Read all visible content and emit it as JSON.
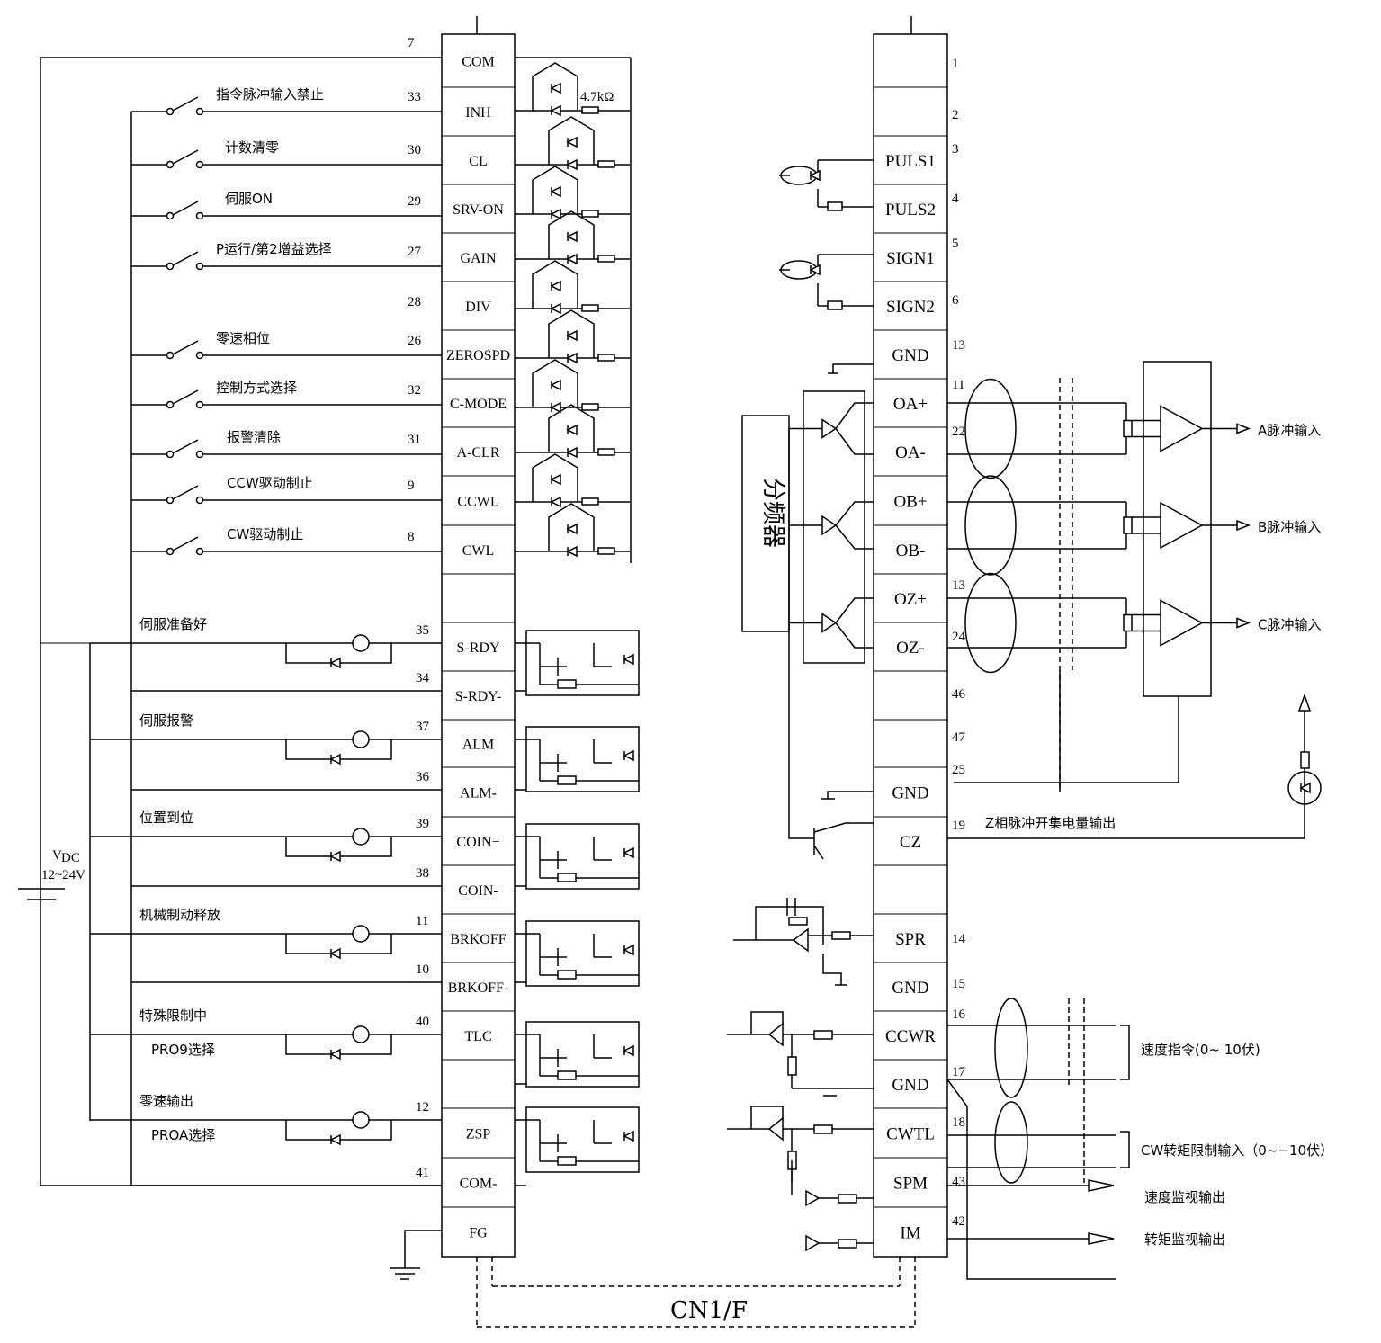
{
  "left_connector": {
    "pins": [
      "COM",
      "INH",
      "CL",
      "SRV-ON",
      "GAIN",
      "DIV",
      "ZEROSPD",
      "C-MODE",
      "A-CLR",
      "CCWL",
      "CWL",
      "",
      "S-RDY",
      "S-RDY-",
      "ALM",
      "ALM-",
      "COIN−",
      "COIN-",
      "BRKOFF",
      "BRKOFF-",
      "TLC",
      "",
      "ZSP",
      "COM-",
      "FG"
    ],
    "resistor_label": "4.7kΩ"
  },
  "left_inputs": [
    {
      "label": "",
      "num": "7"
    },
    {
      "label": "指令脉冲输入禁止",
      "num": "33"
    },
    {
      "label": "计数清零",
      "num": "30"
    },
    {
      "label": "伺服ON",
      "num": "29"
    },
    {
      "label": "P运行/第2增益选择",
      "num": "27"
    },
    {
      "label": "",
      "num": "28"
    },
    {
      "label": "零速相位",
      "num": "26"
    },
    {
      "label": "控制方式选择",
      "num": "32"
    },
    {
      "label": "报警清除",
      "num": "31"
    },
    {
      "label": "CCW驱动制止",
      "num": "9"
    },
    {
      "label": "CW驱动制止",
      "num": "8"
    }
  ],
  "left_outputs": [
    {
      "label": "伺服准备好",
      "num_a": "35",
      "num_b": "34"
    },
    {
      "label": "伺服报警",
      "num_a": "37",
      "num_b": "36"
    },
    {
      "label": "位置到位",
      "num_a": "39",
      "num_b": "38"
    },
    {
      "label": "机械制动释放",
      "num_a": "11",
      "num_b": "10"
    },
    {
      "label": "特殊限制中",
      "label2": "PRO9选择",
      "num_a": "40",
      "num_b": ""
    },
    {
      "label": "零速输出",
      "label2": "PROA选择",
      "num_a": "12",
      "num_b": "41"
    }
  ],
  "vdc": {
    "label": "V",
    "sub": "DC",
    "range": "12~24V"
  },
  "right_connector": {
    "pins": [
      "",
      "",
      "PULS1",
      "PULS2",
      "SIGN1",
      "SIGN2",
      "GND",
      "OA+",
      "OA-",
      "OB+",
      "OB-",
      "OZ+",
      "OZ-",
      "",
      "",
      "GND",
      "CZ",
      "",
      "SPR",
      "GND",
      "CCWR",
      "GND",
      "CWTL",
      "SPM",
      "IM"
    ],
    "nums": [
      "1",
      "2",
      "3",
      "4",
      "5",
      "6",
      "13",
      "11",
      "22",
      "",
      "",
      "13",
      "24",
      "46",
      "47",
      "25",
      "19",
      "",
      "14",
      "15",
      "16",
      "17",
      "18",
      "43",
      "42"
    ]
  },
  "divider_label": "分频器",
  "right_outputs": [
    "A脉冲输入",
    "B脉冲输入",
    "C脉冲输入",
    "Z相脉冲开集电量输出",
    "速度指令(0~  10伏)",
    "CW转矩限制输入（0~−10伏）",
    "速度监视输出",
    "转矩监视输出"
  ],
  "connector_name": "CN1/F"
}
